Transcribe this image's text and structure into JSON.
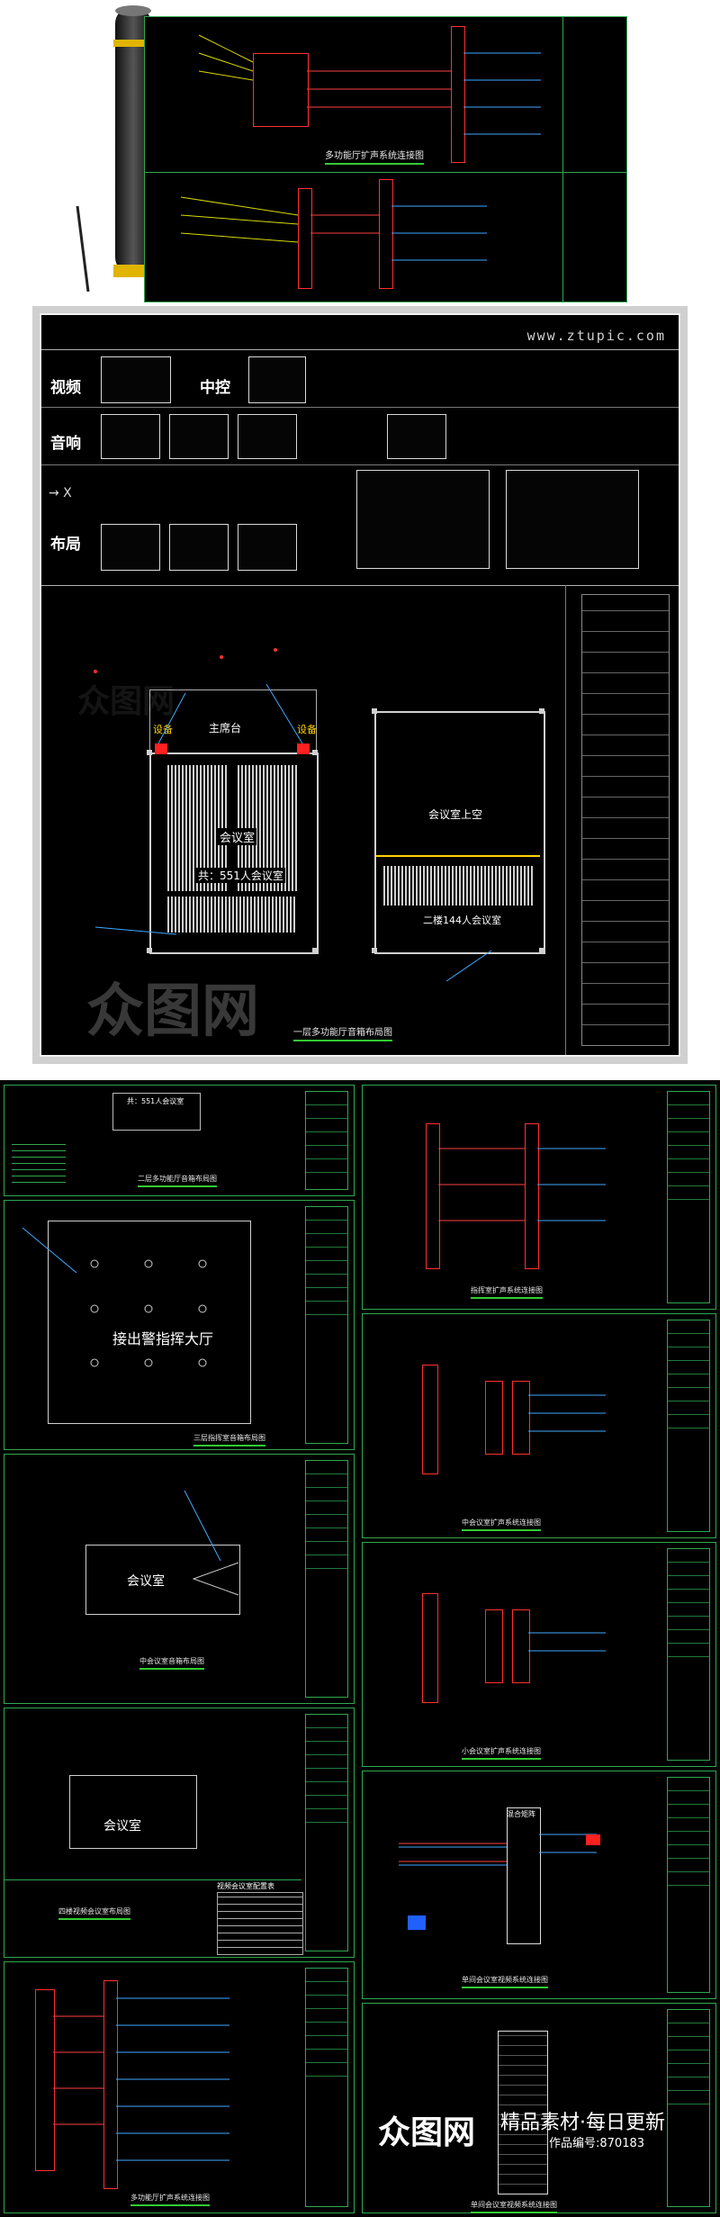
{
  "site": {
    "url": "www.ztupic.com"
  },
  "top_sheet": {
    "caption_top": "多功能厅扩声系统连接图"
  },
  "preview": {
    "categories": {
      "video": "视频",
      "control": "中控",
      "audio": "音响",
      "layout": "布局"
    },
    "plan": {
      "equip_left": "设备",
      "equip_right": "设备",
      "stage": "主席台",
      "hall": "会议室",
      "capacity": "共：551人会议室",
      "upper_void": "会议室上空",
      "balcony": "二楼144人会议室",
      "caption": "一层多功能厅音箱布局图"
    },
    "watermark": "众图网"
  },
  "sheets": {
    "s1_header": "共：551人会议室",
    "s1_caption": "二层多功能厅音箱布局图",
    "s2_room": "接出警指挥大厅",
    "s2_caption": "三层指挥室音箱布局图",
    "s3_room": "会议室",
    "s3_caption": "中会议室音箱布局图",
    "s4_room": "会议室",
    "s4_caption": "四楼视频会议室布局图",
    "s4_table_title": "视频会议室配置表",
    "s5_caption": "多功能厅扩声系统连接图",
    "r1_caption": "指挥室扩声系统连接图",
    "r2_caption": "中会议室扩声系统连接图",
    "r3_caption": "小会议室扩声系统连接图",
    "r4_caption": "单间会议室视频系统连接图",
    "r4_box": "混合矩阵",
    "r5_caption": "单间会议室视频系统连接图"
  },
  "footer_banner": {
    "brand": "众图网",
    "tagline": "精品素材·每日更新",
    "work_id": "作品编号:870183"
  }
}
